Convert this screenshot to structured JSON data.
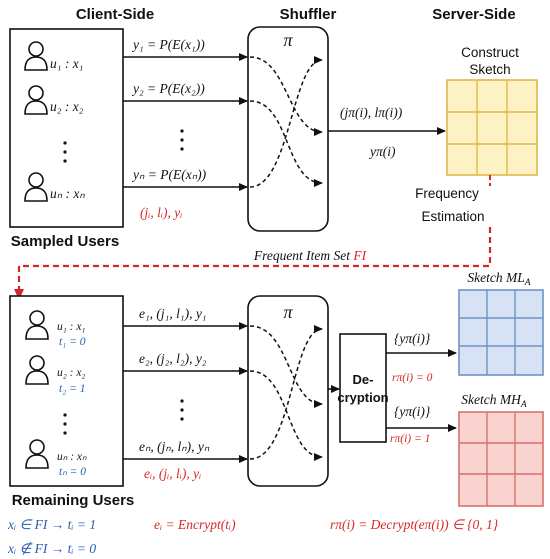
{
  "headers": {
    "client": "Client-Side",
    "shuffler": "Shuffler",
    "server": "Server-Side"
  },
  "top": {
    "users": [
      {
        "label": "u₁ : x₁"
      },
      {
        "label": "u₂ : x₂"
      },
      {
        "label": "uₙ : xₙ"
      }
    ],
    "messages": [
      "y₁ = P(E(x₁))",
      "y₂ = P(E(x₂))",
      "yₙ = P(E(xₙ))"
    ],
    "tuple": "(jᵢ, lᵢ), yᵢ",
    "shuffler_symbol": "π",
    "output_pair": "(jπ(i), lπ(i))",
    "output_y": "yπ(i)",
    "sketch_title_line1": "Construct",
    "sketch_title_line2": "Sketch",
    "frequency_line1": "Frequency",
    "frequency_line2": "Estimation",
    "sampled_users": "Sampled Users"
  },
  "frequent_set": {
    "label": "Frequent Item Set ",
    "symbol": "FI"
  },
  "bottom": {
    "users": [
      {
        "label": "u₁ : x₁",
        "t": "t₁ = 0"
      },
      {
        "label": "u₂ : x₂",
        "t": "t₂ = 1"
      },
      {
        "label": "uₙ : xₙ",
        "t": "tₙ = 0"
      }
    ],
    "messages": [
      "e₁, (j₁, l₁), y₁",
      "e₂, (j₂, l₂), y₂",
      "eₙ, (jₙ, lₙ), yₙ"
    ],
    "tuple": "eᵢ, (jᵢ, lᵢ), yᵢ",
    "shuffler_symbol": "π",
    "decryption_line1": "De-",
    "decryption_line2": "cryption",
    "branch_top_y": "{yπ(i)}",
    "branch_top_r": "rπ(i) = 0",
    "branch_bottom_y": "{yπ(i)}",
    "branch_bottom_r": "rπ(i) = 1",
    "sketch_ml": "Sketch ML",
    "sketch_ml_sub": "A",
    "sketch_mh": "Sketch MH",
    "sketch_mh_sub": "A",
    "remaining_users": "Remaining Users"
  },
  "legend": {
    "rule1": "xᵢ ∈ FI → tᵢ = 1",
    "rule2": "xᵢ ∉ FI → tᵢ = 0",
    "encrypt": "eᵢ = Encrypt(tᵢ)",
    "decrypt": "rπ(i) = Decrypt(eπ(i)) ∈ {0, 1}"
  },
  "colors": {
    "red": "#d62728",
    "blue": "#2a5db0",
    "sketch_yellow_fill": "#fdf2c4",
    "sketch_yellow_stroke": "#e0b64a",
    "sketch_blue_fill": "#d7e3f4",
    "sketch_blue_stroke": "#6f93c8",
    "sketch_red_fill": "#f8d3d0",
    "sketch_red_stroke": "#d9706b"
  }
}
